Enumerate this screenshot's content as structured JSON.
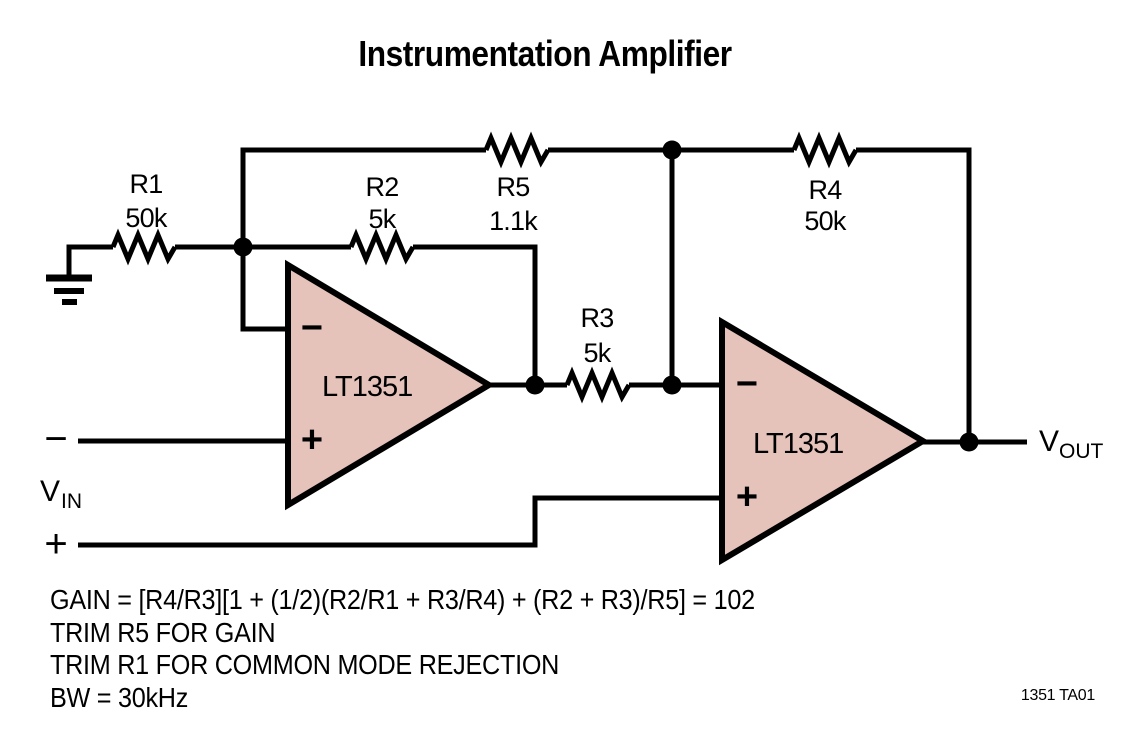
{
  "title": "Instrumentation Amplifier",
  "colors": {
    "line": "#000000",
    "opamp_fill": "#e5c2ba",
    "background": "#ffffff"
  },
  "components": {
    "r1": {
      "name": "R1",
      "value": "50k"
    },
    "r2": {
      "name": "R2",
      "value": "5k"
    },
    "r3": {
      "name": "R3",
      "value": "5k"
    },
    "r4": {
      "name": "R4",
      "value": "50k"
    },
    "r5": {
      "name": "R5",
      "value": "1.1k"
    },
    "opamp1": {
      "label": "LT1351",
      "minus": "−",
      "plus": "+"
    },
    "opamp2": {
      "label": "LT1351",
      "minus": "−",
      "plus": "+"
    }
  },
  "io": {
    "vin": {
      "main": "V",
      "sub": "IN",
      "minus": "−",
      "plus": "+"
    },
    "vout": {
      "main": "V",
      "sub": "OUT"
    }
  },
  "notes": [
    "GAIN = [R4/R3][1 + (1/2)(R2/R1 + R3/R4) + (R2 + R3)/R5] = 102",
    "TRIM R5 FOR GAIN",
    "TRIM R1 FOR COMMON MODE REJECTION",
    "BW = 30kHz"
  ],
  "caption": "1351 TA01"
}
